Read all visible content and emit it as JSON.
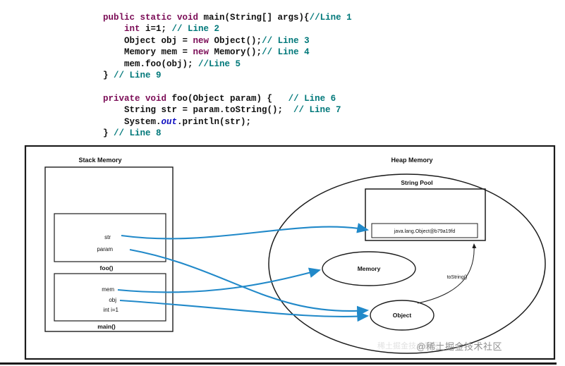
{
  "code": {
    "language": "java",
    "lines": [
      {
        "segments": [
          {
            "t": "public static void ",
            "c": "kw"
          },
          {
            "t": "main(String[] args){",
            "c": "pl"
          },
          {
            "t": "//Line 1",
            "c": "cm"
          }
        ]
      },
      {
        "segments": [
          {
            "t": "    ",
            "c": "pl"
          },
          {
            "t": "int",
            "c": "kw"
          },
          {
            "t": " i=1; ",
            "c": "pl"
          },
          {
            "t": "// Line 2",
            "c": "cm"
          }
        ]
      },
      {
        "segments": [
          {
            "t": "    Object obj = ",
            "c": "pl"
          },
          {
            "t": "new",
            "c": "kw"
          },
          {
            "t": " Object();",
            "c": "pl"
          },
          {
            "t": "// Line 3",
            "c": "cm"
          }
        ]
      },
      {
        "segments": [
          {
            "t": "    Memory mem = ",
            "c": "pl"
          },
          {
            "t": "new",
            "c": "kw"
          },
          {
            "t": " Memory();",
            "c": "pl"
          },
          {
            "t": "// Line 4",
            "c": "cm"
          }
        ]
      },
      {
        "segments": [
          {
            "t": "    mem.foo(obj); ",
            "c": "pl"
          },
          {
            "t": "//Line 5",
            "c": "cm"
          }
        ]
      },
      {
        "segments": [
          {
            "t": "} ",
            "c": "pl"
          },
          {
            "t": "// Line 9",
            "c": "cm"
          }
        ]
      },
      {
        "segments": []
      },
      {
        "segments": [
          {
            "t": "private void ",
            "c": "kw"
          },
          {
            "t": "foo(Object param) {   ",
            "c": "pl"
          },
          {
            "t": "// Line 6",
            "c": "cm"
          }
        ]
      },
      {
        "segments": [
          {
            "t": "    String str = param.toString();  ",
            "c": "pl"
          },
          {
            "t": "// Line 7",
            "c": "cm"
          }
        ]
      },
      {
        "segments": [
          {
            "t": "    System.",
            "c": "pl"
          },
          {
            "t": "out",
            "c": "fd"
          },
          {
            "t": ".println(str);",
            "c": "pl"
          }
        ]
      },
      {
        "segments": [
          {
            "t": "} ",
            "c": "pl"
          },
          {
            "t": "// Line 8",
            "c": "cm"
          }
        ]
      }
    ]
  },
  "diagram": {
    "stack": {
      "title": "Stack Memory",
      "foo_frame": {
        "vars": [
          "str",
          "param"
        ],
        "label": "foo()"
      },
      "main_frame": {
        "vars": [
          "mem",
          "obj",
          "int i=1"
        ],
        "label": "main()"
      }
    },
    "heap": {
      "title": "Heap Memory",
      "string_pool": {
        "title": "String Pool",
        "object_ref": "java.lang.Object@b79a19fd"
      },
      "memory_label": "Memory",
      "object_label": "Object",
      "tostring_label": "toString()"
    },
    "arrows": [
      {
        "name": "str-to-stringpool-object",
        "from": "str",
        "to": "java.lang.Object@b79a19fd"
      },
      {
        "name": "param-to-object",
        "from": "param",
        "to": "Object"
      },
      {
        "name": "mem-to-memory",
        "from": "mem",
        "to": "Memory"
      },
      {
        "name": "obj-to-object",
        "from": "obj",
        "to": "Object"
      },
      {
        "name": "object-tostring-to-stringpool",
        "from": "Object",
        "to": "String Pool"
      }
    ]
  },
  "watermark": {
    "main": "@稀土掘金技术社区",
    "faint": "稀土掘金技术社区"
  },
  "colors": {
    "arrow_blue": "#2189c9",
    "keyword": "#7b0c56",
    "comment": "#00787a",
    "static_field": "#0d0dc0",
    "line_black": "#1c1c1c"
  }
}
